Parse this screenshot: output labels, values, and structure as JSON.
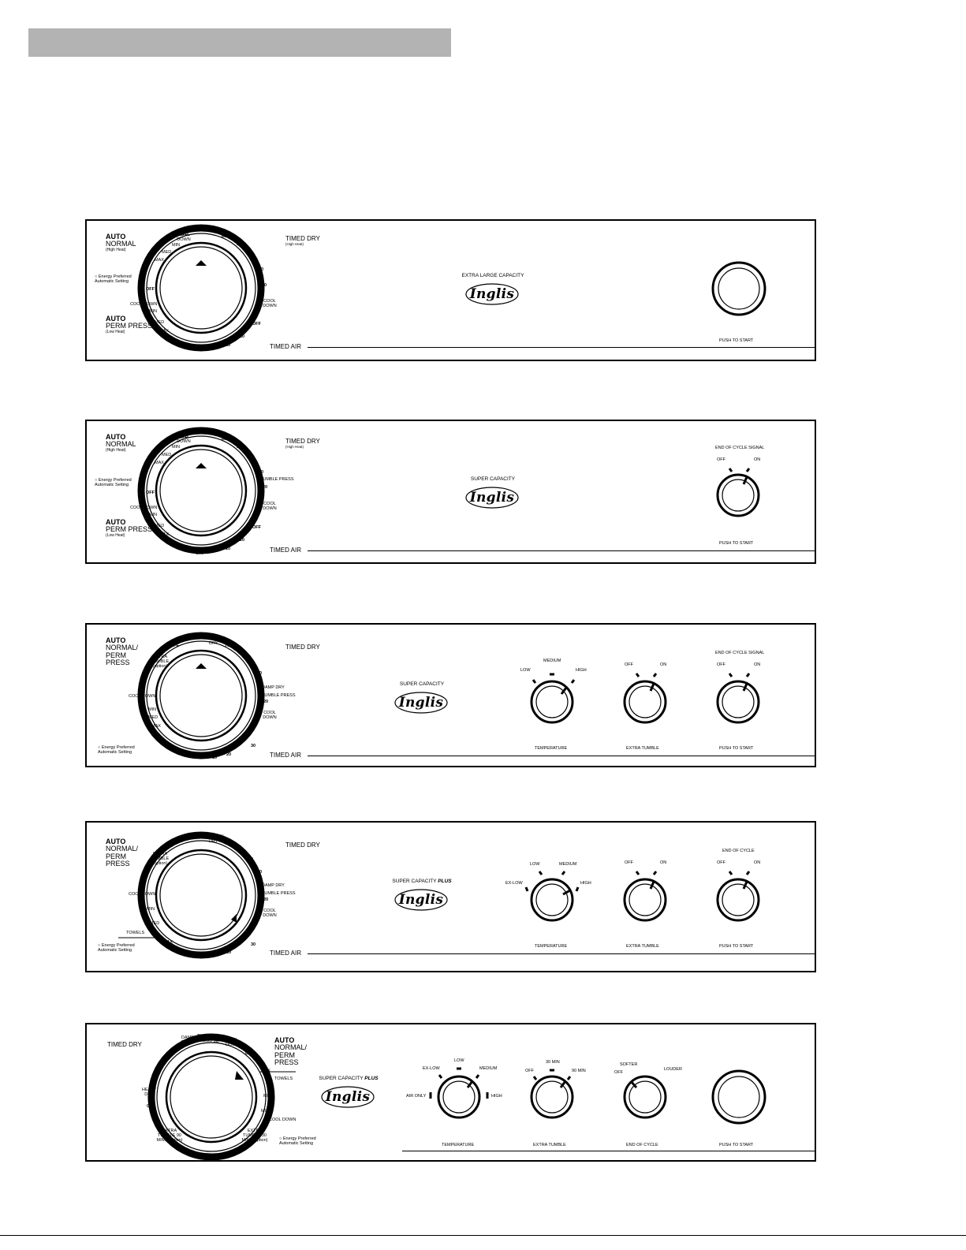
{
  "panels": [
    {
      "dial": {
        "left_top": [
          "COOL DOWN",
          "MIN",
          "MED",
          "MAX"
        ],
        "left_mid": [
          "OFF",
          "COOL DOWN",
          "MIN",
          "MED",
          "MAX"
        ],
        "top_off": "OFF",
        "right": [
          "60",
          "50",
          "40",
          "30",
          "20",
          "COOL DOWN",
          "OFF",
          "20",
          "10"
        ],
        "bottom_off": "OFF"
      },
      "auto1": {
        "auto": "AUTO",
        "name": "NORMAL",
        "sub": "(High Heat)"
      },
      "auto2": {
        "auto": "AUTO",
        "name": "PERM PRESS",
        "sub": "(Low Heat)"
      },
      "energy": "Energy Preferred Automatic Setting",
      "timed_dry": "TIMED DRY",
      "timed_dry_sub": "(High Heat)",
      "timed_air": "TIMED AIR",
      "capacity": "EXTRA LARGE CAPACITY",
      "brand": "Inglis",
      "start": "PUSH TO START"
    },
    {
      "dial": {
        "left_top": [
          "COOL DOWN",
          "MIN",
          "MED",
          "MAX"
        ],
        "left_mid": [
          "OFF",
          "COOL DOWN",
          "MIN",
          "MED",
          "MAX"
        ],
        "top_off": "OFF",
        "right": [
          "60",
          "50",
          "40",
          "30",
          "TUMBLE PRESS",
          "20",
          "COOL DOWN",
          "OFF",
          "20",
          "10"
        ],
        "bottom_off": "OFF"
      },
      "auto1": {
        "auto": "AUTO",
        "name": "NORMAL",
        "sub": "(High Heat)"
      },
      "auto2": {
        "auto": "AUTO",
        "name": "PERM PRESS",
        "sub": "(Low Heat)"
      },
      "energy": "Energy Preferred Automatic Setting",
      "timed_dry": "TIMED DRY",
      "timed_dry_sub": "(High Heat)",
      "timed_air": "TIMED AIR",
      "capacity": "SUPER CAPACITY",
      "brand": "Inglis",
      "signal": {
        "title": "END OF CYCLE SIGNAL",
        "off": "OFF",
        "on": "ON"
      },
      "start": "PUSH TO START"
    },
    {
      "dial": {
        "left": [
          "OFF",
          "EXTRA TUMBLE (option)",
          "COOL DOWN",
          "MIN",
          "MED",
          "MAX"
        ],
        "top": [
          "HEAVY DRY",
          "70"
        ],
        "right": [
          "60",
          "50",
          "40",
          "DAMP DRY",
          "TUMBLE PRESS",
          "20",
          "COOL DOWN",
          "30",
          "20",
          "10"
        ],
        "bottom_off": "OFF"
      },
      "auto1": {
        "auto": "AUTO",
        "name": "NORMAL/ PERM PRESS"
      },
      "energy": "Energy Preferred Automatic Setting",
      "timed_dry": "TIMED DRY",
      "timed_air": "TIMED AIR",
      "capacity": "SUPER CAPACITY",
      "brand": "Inglis",
      "temperature": {
        "low": "LOW",
        "medium": "MEDIUM",
        "high": "HIGH",
        "label": "TEMPERATURE"
      },
      "extra_tumble": {
        "off": "OFF",
        "on": "ON",
        "label": "EXTRA TUMBLE"
      },
      "signal": {
        "title": "END OF CYCLE SIGNAL",
        "off": "OFF",
        "on": "ON"
      },
      "start": "PUSH TO START"
    },
    {
      "dial": {
        "left": [
          "OFF",
          "EXTRA TUMBLE (option)",
          "COOL DOWN",
          "MIN",
          "MED",
          "TOWELS",
          "MAX"
        ],
        "top": [
          "HEAVY DRY",
          "70"
        ],
        "right": [
          "60",
          "50",
          "40",
          "DAMP DRY",
          "TUMBLE PRESS",
          "20",
          "COOL DOWN",
          "30",
          "20",
          "10"
        ],
        "bottom_off": "OFF"
      },
      "auto1": {
        "auto": "AUTO",
        "name": "NORMAL/ PERM PRESS"
      },
      "energy": "Energy Preferred Automatic Setting",
      "timed_dry": "TIMED DRY",
      "timed_air": "TIMED AIR",
      "capacity": "SUPER CAPACITY",
      "capacity_plus": "PLUS",
      "brand": "Inglis",
      "temperature": {
        "exlow": "EX-LOW",
        "low": "LOW",
        "medium": "MEDIUM",
        "high": "HIGH",
        "label": "TEMPERATURE"
      },
      "extra_tumble": {
        "off": "OFF",
        "on": "ON",
        "label": "EXTRA TUMBLE"
      },
      "signal": {
        "title": "END OF CYCLE",
        "off": "OFF",
        "on": "ON"
      },
      "start": "PUSH TO START"
    },
    {
      "dial": {
        "top": [
          "DAMP DRY",
          "TUMBLE PRESS",
          "20",
          "COOL DOWN",
          "OFF"
        ],
        "left": [
          "40",
          "50",
          "60",
          "70",
          "HEAVY DRY",
          "OFF",
          "EXTRA TUMBLE 90 MIN. (Option)"
        ],
        "right": [
          "MAX",
          "TOWELS",
          "MED",
          "MIN",
          "COOL DOWN",
          "EXTRA TUMBLE 30 MIN. (Option)"
        ]
      },
      "timed_dry": "TIMED DRY",
      "auto1": {
        "auto": "AUTO",
        "name": "NORMAL/ PERM PRESS"
      },
      "energy": "Energy Preferred Automatic Setting",
      "capacity": "SUPER CAPACITY",
      "capacity_plus": "PLUS",
      "brand": "Inglis",
      "temperature": {
        "air_only": "AIR ONLY",
        "exlow": "EX-LOW",
        "low": "LOW",
        "medium": "MEDIUM",
        "high": "HIGH",
        "label": "TEMPERATURE"
      },
      "extra_tumble": {
        "off": "OFF",
        "m30": "30 MIN",
        "m90": "90 MIN",
        "label": "EXTRA TUMBLE"
      },
      "end_cycle": {
        "off": "OFF",
        "softer": "SOFTER",
        "louder": "LOUDER",
        "label": "END OF CYCLE"
      },
      "start": "PUSH TO START"
    }
  ]
}
